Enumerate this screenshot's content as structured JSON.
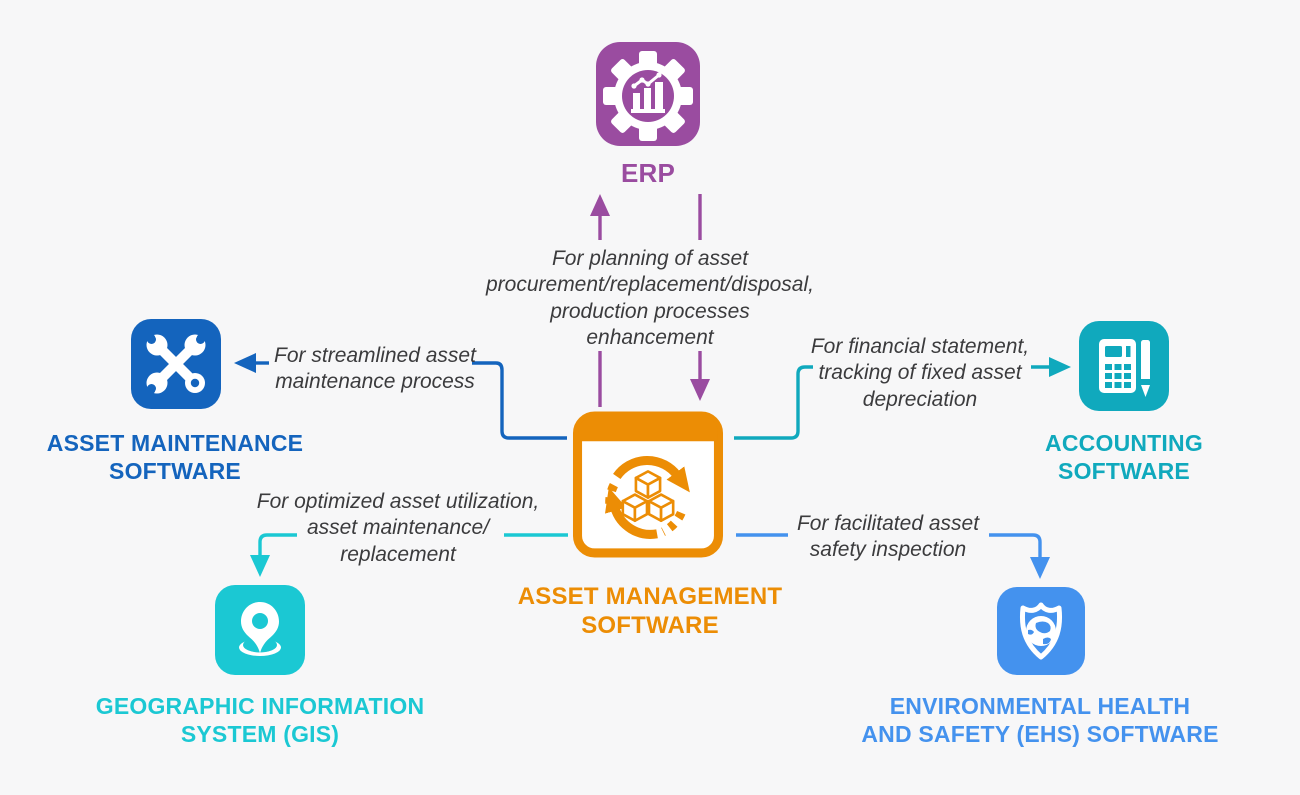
{
  "colors": {
    "background": "#f7f7f8",
    "purple": "#9a4ca0",
    "maintenance_blue": "#1464bd",
    "accounting_teal": "#10a9bd",
    "management_orange": "#ec8d05",
    "gis_turquoise": "#1bc8d3",
    "ehs_blue": "#4492ee",
    "description_text": "#3b3b3d"
  },
  "nodes": {
    "erp": {
      "label": "ERP",
      "icon": "gear-chart-icon"
    },
    "asset_maintenance": {
      "label": "ASSET MAINTENANCE\nSOFTWARE",
      "icon": "crossed-wrenches-icon"
    },
    "accounting": {
      "label": "ACCOUNTING\nSOFTWARE",
      "icon": "calculator-pen-icon"
    },
    "asset_management": {
      "label": "ASSET MANAGEMENT\nSOFTWARE",
      "icon": "window-cubes-sync-icon"
    },
    "gis": {
      "label": "GEOGRAPHIC INFORMATION\nSYSTEM (GIS)",
      "icon": "map-pin-icon"
    },
    "ehs": {
      "label": "ENVIRONMENTAL HEALTH\nAND SAFETY (EHS) SOFTWARE",
      "icon": "shield-globe-icon"
    }
  },
  "connections": {
    "erp": {
      "text": "For planning of asset\nprocurement/replacement/disposal,\nproduction processes\nenhancement"
    },
    "asset_maintenance": {
      "text": "For streamlined asset\nmaintenance process"
    },
    "accounting": {
      "text": "For financial statement,\ntracking of fixed asset\ndepreciation"
    },
    "gis": {
      "text": "For optimized asset utilization,\nasset maintenance/\nreplacement"
    },
    "ehs": {
      "text": "For facilitated asset\nsafety inspection"
    }
  }
}
